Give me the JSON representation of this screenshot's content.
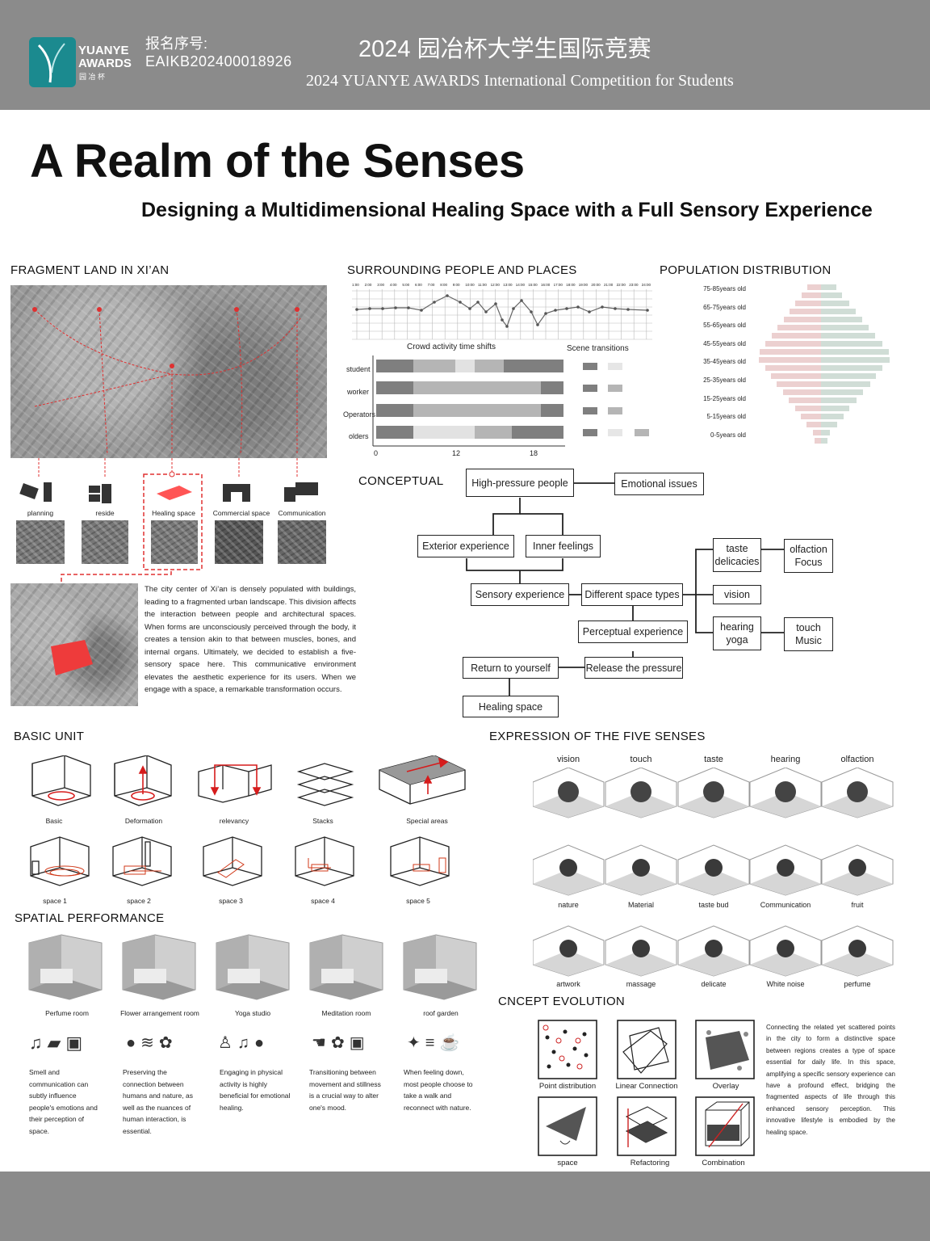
{
  "header": {
    "logo_line1": "YUANYE",
    "logo_line2": "AWARDS",
    "logo_cn": "园 冶 杯",
    "reg_label": "报名序号:",
    "reg_number": "EAIKB202400018926",
    "title_cn": "2024 园冶杯大学生国际竞赛",
    "title_en": "2024 YUANYE AWARDS International Competition for  Students"
  },
  "poster": {
    "title": "A Realm of the Senses",
    "subtitle": "Designing a Multidimensional Healing Space with a Full Sensory Experience"
  },
  "fragment": {
    "heading": "FRAGMENT LAND IN XI’AN",
    "types": [
      "planning",
      "reside",
      "Healing space",
      "Commercial space",
      "Communication"
    ],
    "paragraph": "The city center of Xi’an is densely populated with buildings, leading to a fragmented urban landscape. This division affects the interaction between people and architectural spaces. When forms are unconsciously perceived through the body, it creates a tension akin to that between muscles, bones, and internal organs. Ultimately, we decided to establish a five-sensory space here. This communicative environment elevates the aesthetic experience for its users. When we engage with a space, a remarkable transformation occurs."
  },
  "surrounding": {
    "heading": "SURROUNDING PEOPLE AND PLACES",
    "times": [
      "1:00",
      "2:00",
      "3:00",
      "4:00",
      "5:00",
      "6:00",
      "7:00",
      "8:00",
      "9:00",
      "10:00",
      "11:00",
      "12:00",
      "13:00",
      "14:00",
      "15:00",
      "16:00",
      "17:00",
      "18:00",
      "19:00",
      "20:00",
      "21:00",
      "22:00",
      "23:00",
      "24:00"
    ],
    "crowd_title": "Crowd activity time shifts",
    "scene_title": "Scene transitions",
    "rows": [
      "student",
      "worker",
      "Operators",
      "olders"
    ],
    "axis": [
      "0",
      "12",
      "18"
    ]
  },
  "population": {
    "heading": "POPULATION DISTRIBUTION",
    "groups": [
      "75-85years old",
      "65-75years old",
      "55-65years old",
      "45-55years old",
      "35-45years old",
      "25-35years old",
      "15-25years old",
      "5-15years old",
      "0-5years old"
    ]
  },
  "conceptual": {
    "heading": "CONCEPTUAL",
    "high_pressure": "High-pressure people",
    "emotional": "Emotional issues",
    "exterior": "Exterior experience",
    "inner": "Inner feelings",
    "sensory": "Sensory experience",
    "different": "Different space types",
    "perceptual": "Perceptual experience",
    "return": "Return to yourself",
    "release": "Release the pressure",
    "healing": "Healing space",
    "taste_a": "taste",
    "taste_b": "delicacies",
    "olf_a": "olfaction",
    "olf_b": "Focus",
    "vision": "vision",
    "hear_a": "hearing",
    "hear_b": "yoga",
    "touch_a": "touch",
    "touch_b": "Music"
  },
  "basic_unit": {
    "heading": "BASIC UNIT",
    "row1": [
      "Basic",
      "Deformation",
      "relevancy",
      "Stacks",
      "Special areas"
    ],
    "row2": [
      "space 1",
      "space 2",
      "space 3",
      "space 4",
      "space 5"
    ]
  },
  "spatial": {
    "heading": "SPATIAL PERFORMANCE",
    "rooms": [
      "Perfume room",
      "Flower arrangement room",
      "Yoga studio",
      "Meditation room",
      "roof garden"
    ],
    "texts": [
      "Smell and communication can subtly influence people's emotions and their perception of space.",
      "Preserving the connection between humans and nature, as well as the nuances of human interaction, is essential.",
      "Engaging in physical activity is highly beneficial for emotional healing.",
      "Transitioning between movement and stillness is a crucial way to alter one's mood.",
      "When feeling down, most people choose to take a walk and reconnect with nature."
    ]
  },
  "five_senses": {
    "heading": "EXPRESSION OF THE FIVE SENSES",
    "senses": [
      "vision",
      "touch",
      "taste",
      "hearing",
      "olfaction"
    ],
    "row2": [
      "nature",
      "Material",
      "taste bud",
      "Communication",
      "fruit"
    ],
    "row3": [
      "artwork",
      "massage",
      "delicate",
      "White noise",
      "perfume"
    ]
  },
  "evolution": {
    "heading": "CNCEPT EVOLUTION",
    "row1": [
      "Point distribution",
      "Linear Connection",
      "Overlay"
    ],
    "row2": [
      "space",
      "Refactoring",
      "Combination"
    ],
    "paragraph": "Connecting the related yet scattered points in the city to form a distinctive space between regions creates a type of space essential for daily life. In this space, amplifying a specific sensory experience can have a profound effect, bridging the fragmented aspects of life through this enhanced sensory perception. This innovative lifestyle is embodied by the healing space."
  },
  "colors": {
    "header_gray": "#8b8b8b",
    "logo_teal": "#1b8a8f",
    "accent_red": "#e02020"
  }
}
